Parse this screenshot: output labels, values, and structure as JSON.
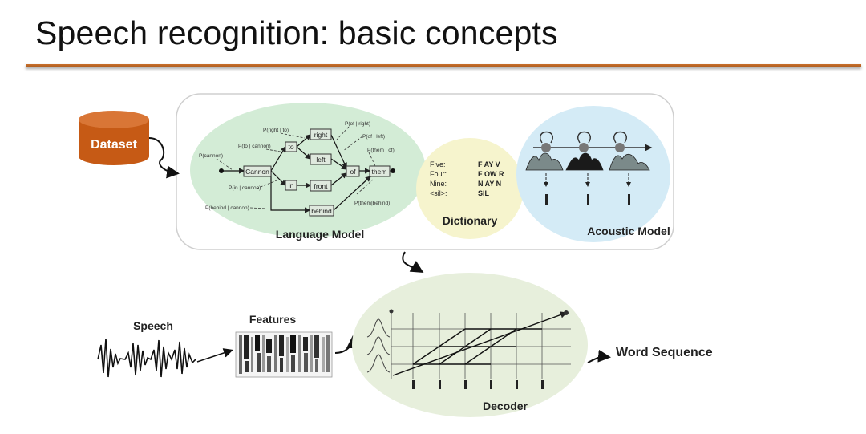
{
  "slide": {
    "title": "Speech recognition: basic concepts"
  },
  "dataset": {
    "label": "Dataset"
  },
  "language_model": {
    "label": "Language Model",
    "nodes": [
      "Cannon",
      "to",
      "right",
      "left",
      "in",
      "front",
      "of",
      "them",
      "behind"
    ],
    "probs": [
      "P(cannon)",
      "P(right | to)",
      "P(to | cannon)",
      "P(in | cannon)",
      "P(behind | cannon)",
      "P(of | right)",
      "P(of | left)",
      "P(them | of)",
      "P(them|behind)"
    ]
  },
  "dictionary": {
    "label": "Dictionary",
    "rows": [
      {
        "word": "Five:",
        "phones": "F AY V"
      },
      {
        "word": "Four:",
        "phones": "F OW R"
      },
      {
        "word": "Nine:",
        "phones": "N AY N"
      },
      {
        "word": "<sil>:",
        "phones": "SIL"
      }
    ]
  },
  "acoustic_model": {
    "label": "Acoustic Model"
  },
  "speech": {
    "label": "Speech"
  },
  "features": {
    "label": "Features"
  },
  "decoder": {
    "label": "Decoder"
  },
  "output": {
    "label": "Word Sequence"
  },
  "colors": {
    "accent": "#c96a1f",
    "dataset": "#c65a15",
    "lm_ellipse": "#d3ecd6",
    "dict_ellipse": "#f6f4cd",
    "am_ellipse": "#d4ebf6",
    "decoder_ellipse": "#e7efdc"
  }
}
